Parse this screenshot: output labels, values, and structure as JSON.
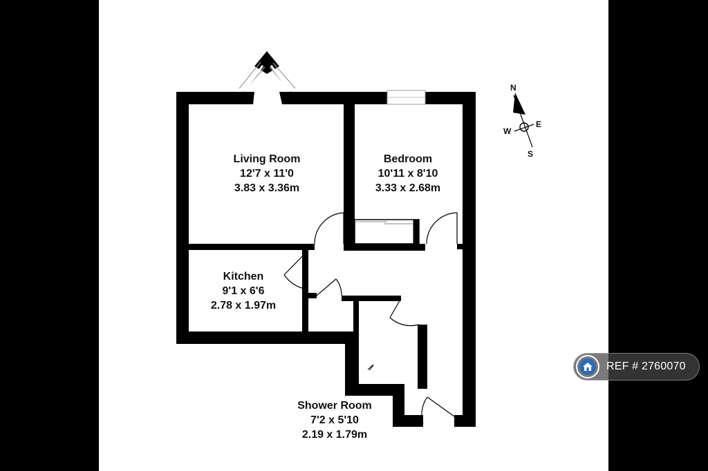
{
  "rooms": {
    "living": {
      "name": "Living Room",
      "imperial": "12'7 x 11'0",
      "metric": "3.83 x 3.36m"
    },
    "bedroom": {
      "name": "Bedroom",
      "imperial": "10'11 x 8'10",
      "metric": "3.33 x 2.68m"
    },
    "kitchen": {
      "name": "Kitchen",
      "imperial": "9'1 x 6'6",
      "metric": "2.78 x 1.97m"
    },
    "shower": {
      "name": "Shower Room",
      "imperial": "7'2 x 5'10",
      "metric": "2.19 x 1.79m"
    }
  },
  "compass": {
    "north": "N",
    "south": "S",
    "east": "E",
    "west": "W"
  },
  "ref_badge": {
    "text": "REF # 2760070",
    "icon": "home-icon"
  },
  "colors": {
    "wall": "#000000",
    "background": "#ffffff",
    "badge": "#464646",
    "badge_icon": "#2b6bb8"
  }
}
